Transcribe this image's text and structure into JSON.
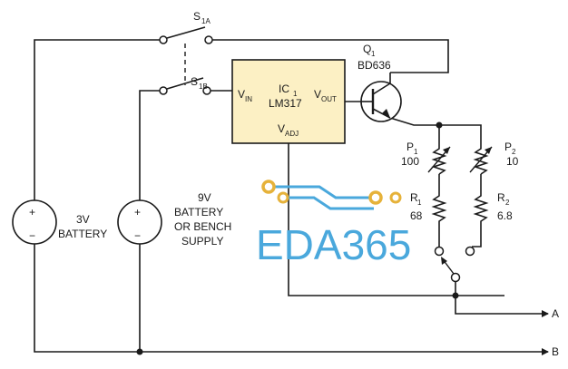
{
  "switch_1a": {
    "label": "S",
    "sub": "1A"
  },
  "switch_1b": {
    "label": "S",
    "sub": "1B"
  },
  "ic": {
    "name": "IC",
    "name_sub": "1",
    "part": "LM317",
    "vin": "V",
    "vin_sub": "IN",
    "vout": "V",
    "vout_sub": "OUT",
    "vadj": "V",
    "vadj_sub": "ADJ"
  },
  "transistor": {
    "name": "Q",
    "name_sub": "1",
    "part": "BD636"
  },
  "battery_3v": {
    "plus": "+",
    "minus": "−",
    "label_line1": "3V",
    "label_line2": "BATTERY"
  },
  "battery_9v": {
    "plus": "+",
    "minus": "−",
    "label_line1": "9V",
    "label_line2": "BATTERY",
    "label_line3": "OR BENCH",
    "label_line4": "SUPPLY"
  },
  "p1": {
    "label": "P",
    "sub": "1",
    "value": "100"
  },
  "p2": {
    "label": "P",
    "sub": "2",
    "value": "10"
  },
  "r1": {
    "label": "R",
    "sub": "1",
    "value": "68"
  },
  "r2": {
    "label": "R",
    "sub": "2",
    "value": "6.8"
  },
  "outputs": {
    "a": "A",
    "b": "B"
  },
  "watermark": {
    "text": "EDA365"
  },
  "colors": {
    "ic_fill": "#fcf0c4",
    "watermark_blue": "#4aa8dc",
    "watermark_gold": "#e6b23a",
    "wire": "#1a1a1a"
  }
}
